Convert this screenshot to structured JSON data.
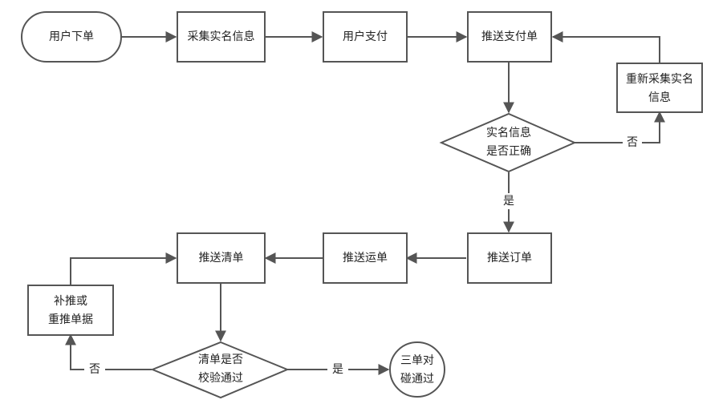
{
  "nodes": {
    "user_order": "用户下单",
    "collect_info": "采集实名信息",
    "user_pay": "用户支付",
    "push_payment": "推送支付单",
    "recollect_info_1": "重新采集实名",
    "recollect_info_2": "信息",
    "info_check_1": "实名信息",
    "info_check_2": "是否正确",
    "push_order": "推送订单",
    "push_waybill": "推送运单",
    "push_manifest": "推送清单",
    "repush_1": "补推或",
    "repush_2": "重推单据",
    "manifest_check_1": "清单是否",
    "manifest_check_2": "校验通过",
    "three_docs_1": "三单对",
    "three_docs_2": "碰通过"
  },
  "edge_labels": {
    "info_no": "否",
    "info_yes": "是",
    "manifest_no": "否",
    "manifest_yes": "是"
  },
  "colors": {
    "stroke": "#555555",
    "fill": "#ffffff",
    "text": "#222222"
  }
}
